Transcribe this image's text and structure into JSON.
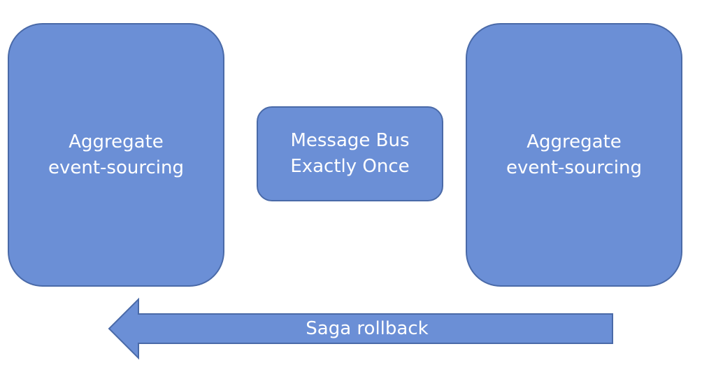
{
  "diagram": {
    "nodes": {
      "left": {
        "lines": [
          "Aggregate",
          "event-sourcing"
        ]
      },
      "middle": {
        "lines": [
          "Message Bus",
          "Exactly Once"
        ]
      },
      "right": {
        "lines": [
          "Aggregate",
          "event-sourcing"
        ]
      }
    },
    "arrow": {
      "label": "Saga rollback",
      "direction": "left"
    },
    "colors": {
      "fill": "#6b8fd6",
      "stroke": "#4a6aa8",
      "text": "#ffffff"
    }
  }
}
